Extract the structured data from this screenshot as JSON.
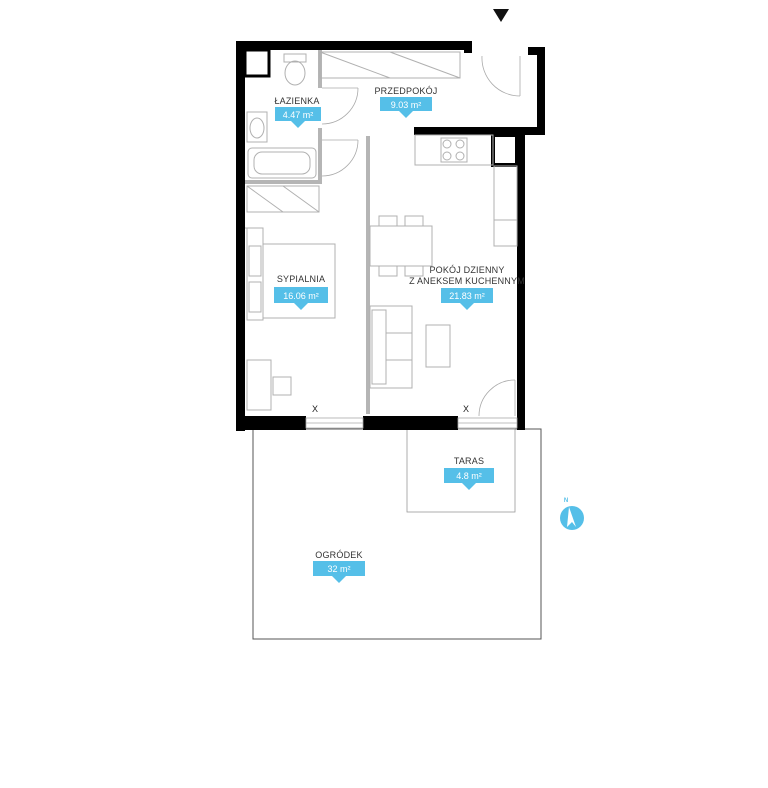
{
  "accent_color": "#55bfe8",
  "wall_color": "#000000",
  "furniture_color": "#b0b0b0",
  "rooms": {
    "bathroom": {
      "name": "ŁAZIENKA",
      "area": "4.47 m²"
    },
    "hallway": {
      "name": "PRZEDPOKÓJ",
      "area": "9.03 m²"
    },
    "bedroom": {
      "name": "SYPIALNIA",
      "area": "16.06 m²"
    },
    "living": {
      "name_line1": "POKÓJ DZIENNY",
      "name_line2": "Z ANEKSEM KUCHENNYM",
      "area": "21.83 m²"
    },
    "terrace": {
      "name": "TARAS",
      "area": "4.8 m²"
    },
    "garden": {
      "name": "OGRÓDEK",
      "area": "32 m²"
    }
  },
  "window_marks": {
    "bedroom": "X",
    "living": "X"
  },
  "compass": {
    "label": "N",
    "icon": "compass-north-icon"
  },
  "entrance": {
    "icon": "entrance-arrow-icon"
  }
}
